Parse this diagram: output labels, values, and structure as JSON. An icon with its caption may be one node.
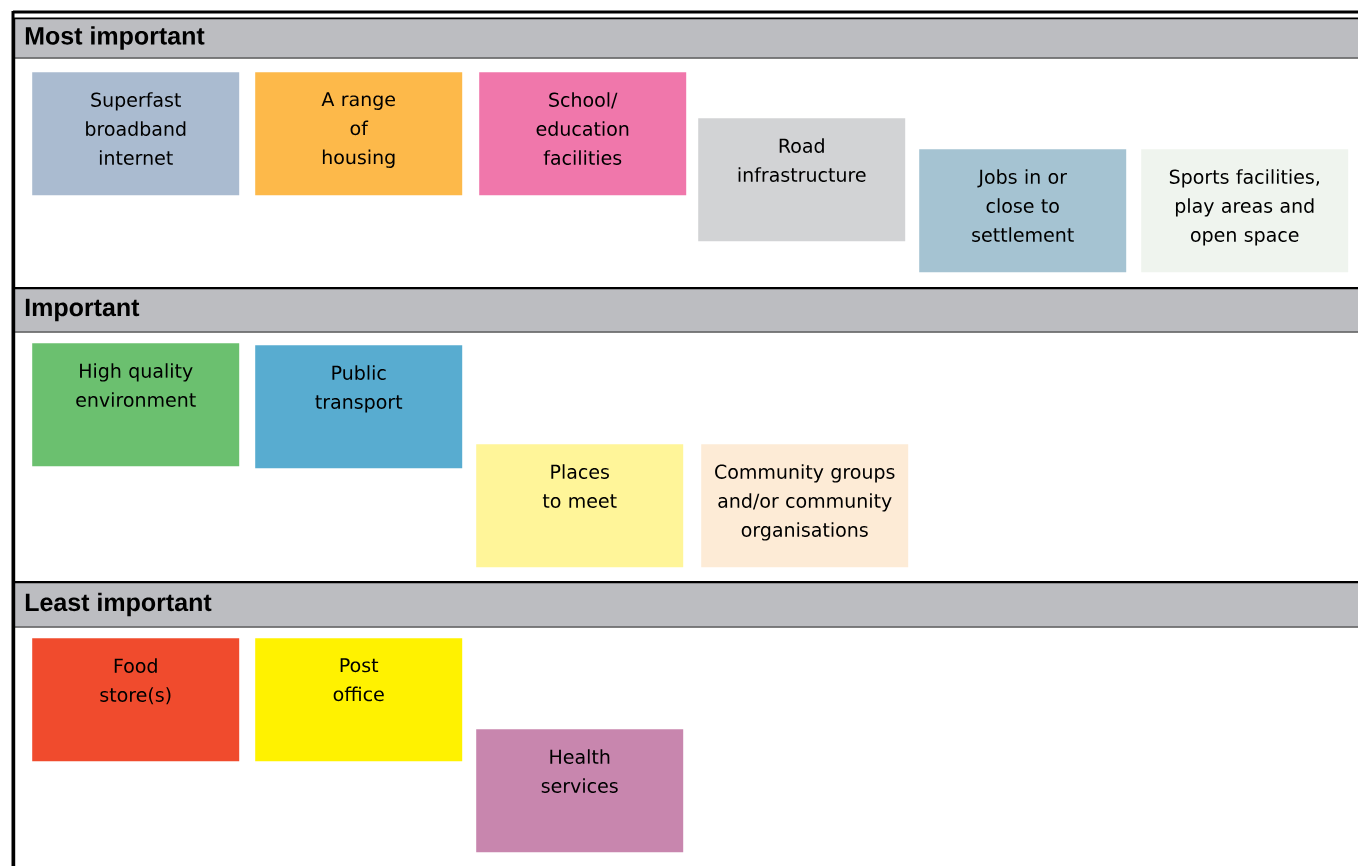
{
  "diagram": {
    "nodes": [
      {
        "text": [
          "Most important"
        ]
      },
      {
        "text": [
          "Superfast broadband internet"
        ],
        "in": 0
      },
      {
        "text": [
          "A range of housing"
        ],
        "in": 0
      },
      {
        "text": [
          "School/ education facilities"
        ],
        "in": 0
      },
      {
        "text": [
          "Road infrastructure"
        ],
        "in": 0
      },
      {
        "text": [
          "Jobs in or close to settlement"
        ],
        "in": 0
      },
      {
        "text": [
          "Sports facilities, play areas and open space"
        ],
        "in": 0
      },
      {
        "text": [
          "Important"
        ]
      },
      {
        "text": [
          "High quality environment"
        ],
        "in": 7
      },
      {
        "text": [
          "Public transport"
        ],
        "in": 7
      },
      {
        "text": [
          "Places to meet"
        ],
        "in": 7
      },
      {
        "text": [
          "Community groups and/or community organisations"
        ],
        "in": 7
      },
      {
        "text": [
          "Least important"
        ]
      },
      {
        "text": [
          "Food store(s)"
        ],
        "in": 12
      },
      {
        "text": [
          "Post office"
        ],
        "in": 12
      },
      {
        "text": [
          "Health services"
        ],
        "in": 12
      }
    ]
  }
}
